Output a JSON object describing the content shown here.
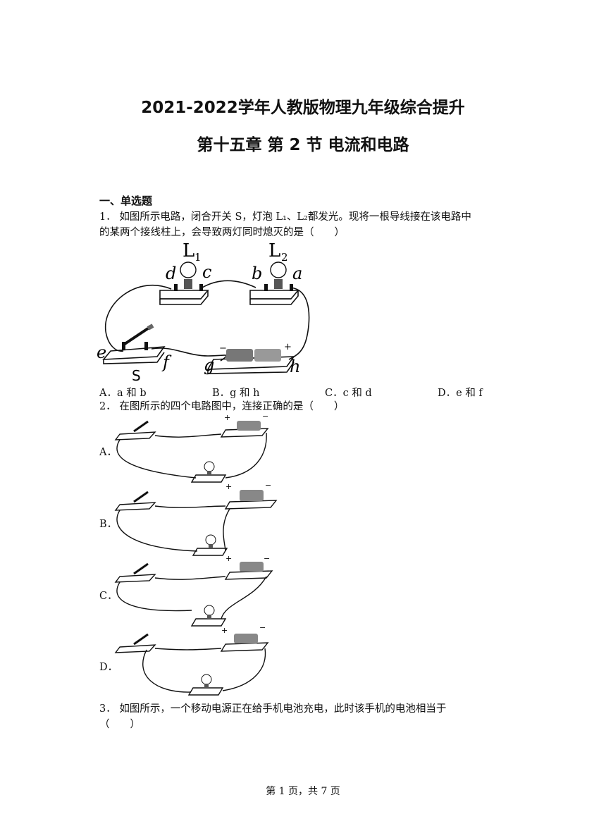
{
  "header": {
    "title": "2021-2022学年人教版物理九年级综合提升",
    "subtitle": "第十五章  第 2 节  电流和电路"
  },
  "section": "一、单选题",
  "q1": {
    "text_line1": "1．  如图所示电路，闭合开关 S，灯泡 L₁、L₂都发光。现将一根导线接在该电路中",
    "text_line2": "的某两个接线柱上，会导致两灯同时熄灭的是（　　）",
    "figure_labels": {
      "L1": "L",
      "L1_sub": "1",
      "L2": "L",
      "L2_sub": "2",
      "d": "d",
      "c": "c",
      "b": "b",
      "a": "a",
      "e": "e",
      "f": "f",
      "g": "g",
      "h": "h",
      "S": "S",
      "minus": "−",
      "plus": "+"
    },
    "options": [
      "A．a 和 b",
      "B．g 和 h",
      "C．c 和 d",
      "D．e 和 f"
    ]
  },
  "q2": {
    "text": "2．  在图所示的四个电路图中，连接正确的是（　　）",
    "options": [
      "A．",
      "B．",
      "C．",
      "D．"
    ],
    "signs": {
      "plus": "+",
      "minus": "−"
    }
  },
  "q3": {
    "text_line1": "3．  如图所示，一个移动电源正在给手机电池充电，此时该手机的电池相当于",
    "text_line2": "（　　）"
  },
  "footer": "第 1 页，共 7 页"
}
